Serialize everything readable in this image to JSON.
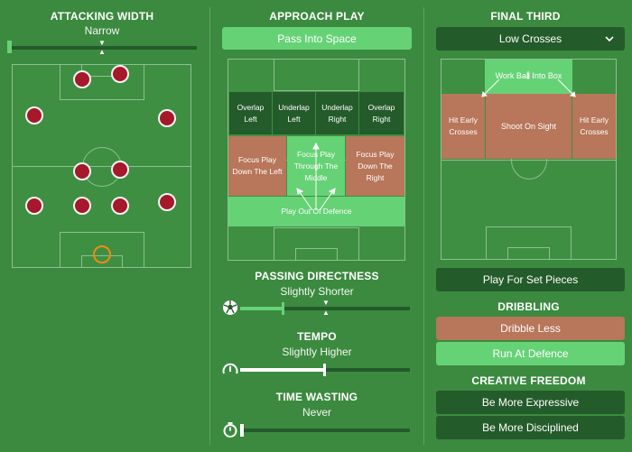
{
  "attacking_width": {
    "title": "ATTACKING WIDTH",
    "value": "Narrow",
    "level": 0.0
  },
  "approach_play": {
    "title": "APPROACH PLAY",
    "selected_button": "Pass Into Space",
    "zones": {
      "overlap_left": "Overlap Left",
      "underlap_left": "Underlap Left",
      "underlap_right": "Underlap Right",
      "overlap_right": "Overlap Right",
      "focus_left": "Focus Play Down The Left",
      "focus_middle": "Focus Play Through The Middle",
      "focus_right": "Focus Play Down The Right",
      "play_out_defence": "Play Out Of Defence"
    }
  },
  "passing_directness": {
    "title": "PASSING DIRECTNESS",
    "value": "Slightly Shorter",
    "level": 0.25
  },
  "tempo": {
    "title": "TEMPO",
    "value": "Slightly Higher",
    "level": 0.55
  },
  "time_wasting": {
    "title": "TIME WASTING",
    "value": "Never",
    "level": 0.0
  },
  "final_third": {
    "title": "FINAL THIRD",
    "dropdown_value": "Low Crosses",
    "zones": {
      "work_ball": "Work Ball Into Box",
      "hit_early_left": "Hit Early Crosses",
      "shoot_on_sight": "Shoot On Sight",
      "hit_early_right": "Hit Early Crosses"
    },
    "set_pieces_button": "Play For Set Pieces"
  },
  "dribbling": {
    "title": "DRIBBLING",
    "dribble_less": "Dribble Less",
    "run_at_defence": "Run At Defence"
  },
  "creative_freedom": {
    "title": "CREATIVE FREEDOM",
    "more_expressive": "Be More Expressive",
    "more_disciplined": "Be More Disciplined"
  },
  "colors": {
    "background": "#3b8a3f",
    "accent_green": "#66d276",
    "dark_green": "#245b2a",
    "selected_red": "#b8765a",
    "player_red": "#a5192a",
    "goalkeeper_orange": "#f08a12"
  }
}
